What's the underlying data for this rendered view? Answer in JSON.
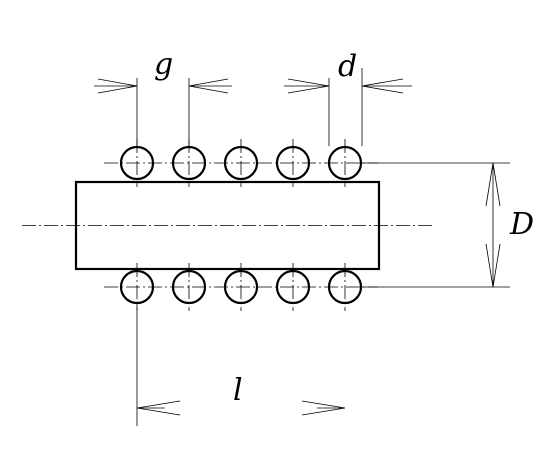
{
  "drawing": {
    "labels": {
      "pitch": "g",
      "diameter": "d",
      "outer_diameter": "D",
      "length": "l"
    },
    "winding": {
      "turns_per_row": 5,
      "rows": 2
    },
    "colors": {
      "line": "#000000",
      "background": "#ffffff"
    }
  }
}
